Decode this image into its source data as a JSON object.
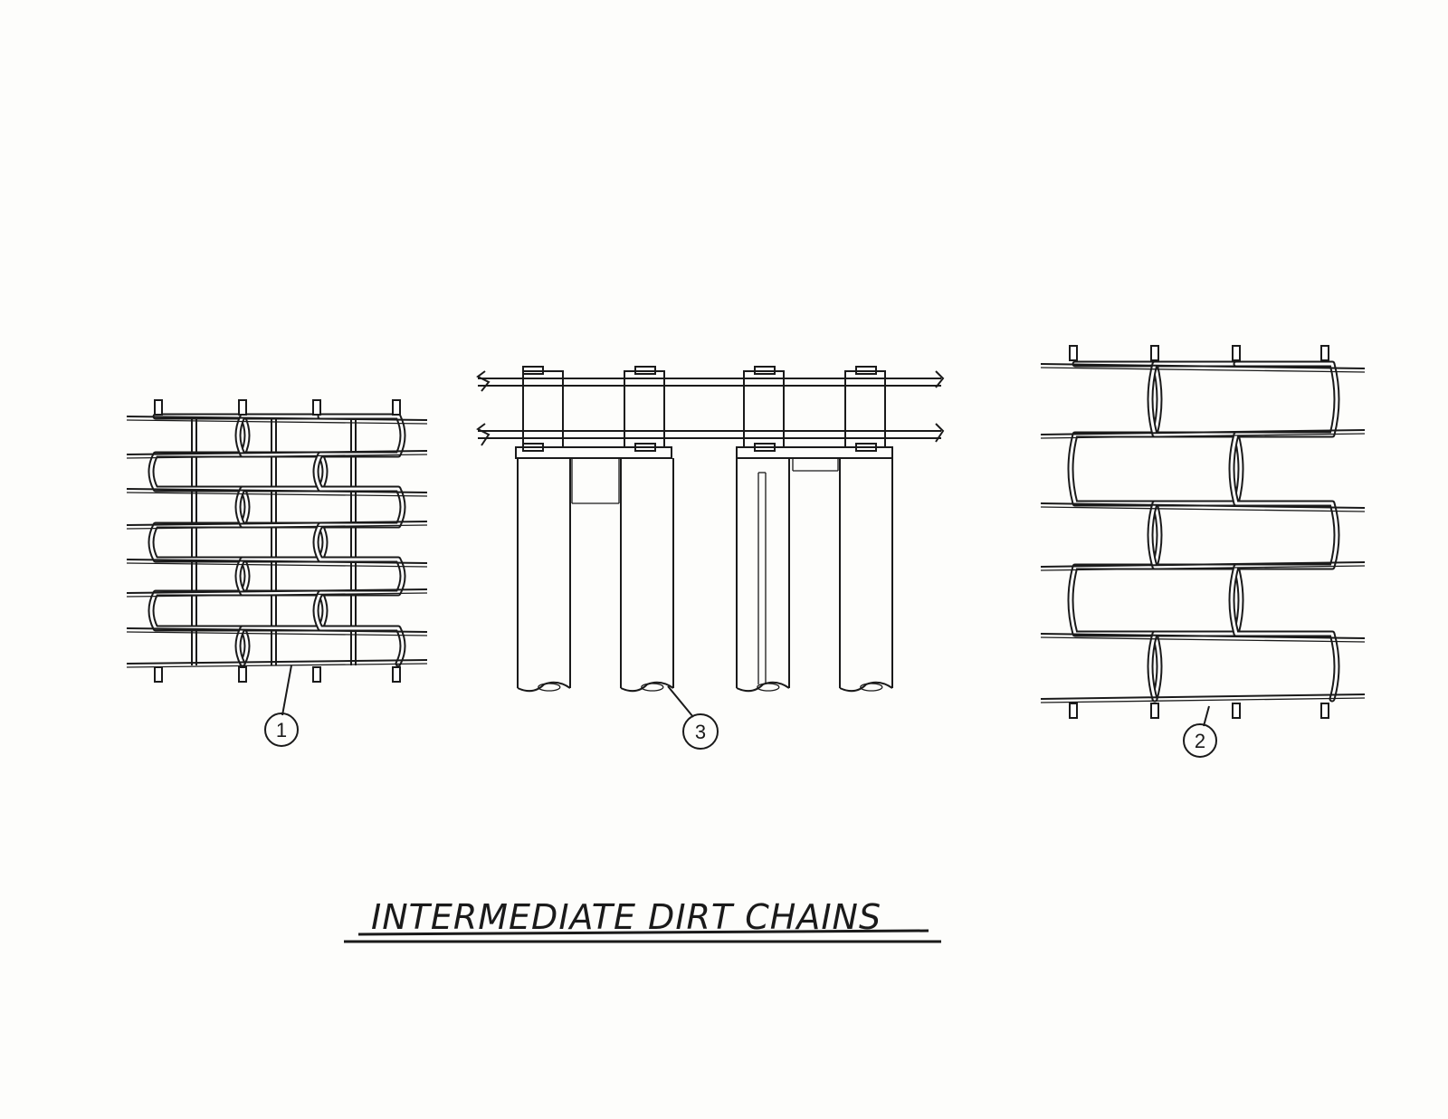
{
  "figure": {
    "title": "INTERMEDIATE DIRT CHAINS",
    "colors": {
      "ink": "#1a1a1a",
      "paper": "#fdfdfb"
    },
    "callouts": [
      {
        "id": "chain-1",
        "label": "1"
      },
      {
        "id": "chain-3",
        "label": "3"
      },
      {
        "id": "chain-2",
        "label": "2"
      }
    ]
  }
}
